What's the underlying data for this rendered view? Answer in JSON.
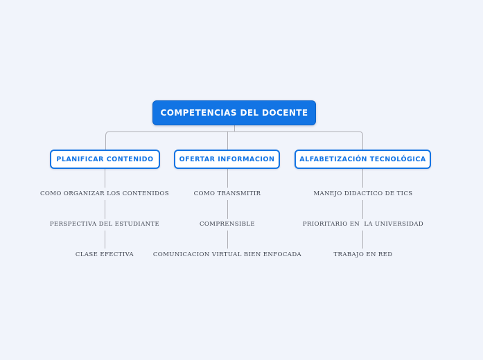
{
  "colors": {
    "background": "#f1f4fb",
    "accent_blue": "#1274e4",
    "root_text": "#ffffff",
    "branch_text": "#1274e4",
    "leaf_text": "#3f4450",
    "connector_gray": "#b0b0b6"
  },
  "map": {
    "root": {
      "label": "COMPETENCIAS DEL DOCENTE"
    },
    "branches": [
      {
        "label": "PLANIFICAR CONTENIDO",
        "items": [
          "COMO ORGANIZAR LOS CONTENIDOS",
          "PERSPECTIVA DEL ESTUDIANTE",
          "CLASE EFECTIVA"
        ]
      },
      {
        "label": "OFERTAR INFORMACION",
        "items": [
          "COMO TRANSMITIR",
          "COMPRENSIBLE",
          "COMUNICACION VIRTUAL BIEN ENFOCADA"
        ]
      },
      {
        "label": "ALFABETIZACIÓN TECNOLÓGICA",
        "items": [
          "MANEJO DIDACTICO DE TICS",
          "PRIORITARIO EN  LA UNIVERSIDAD",
          "TRABAJO EN RED"
        ]
      }
    ]
  }
}
